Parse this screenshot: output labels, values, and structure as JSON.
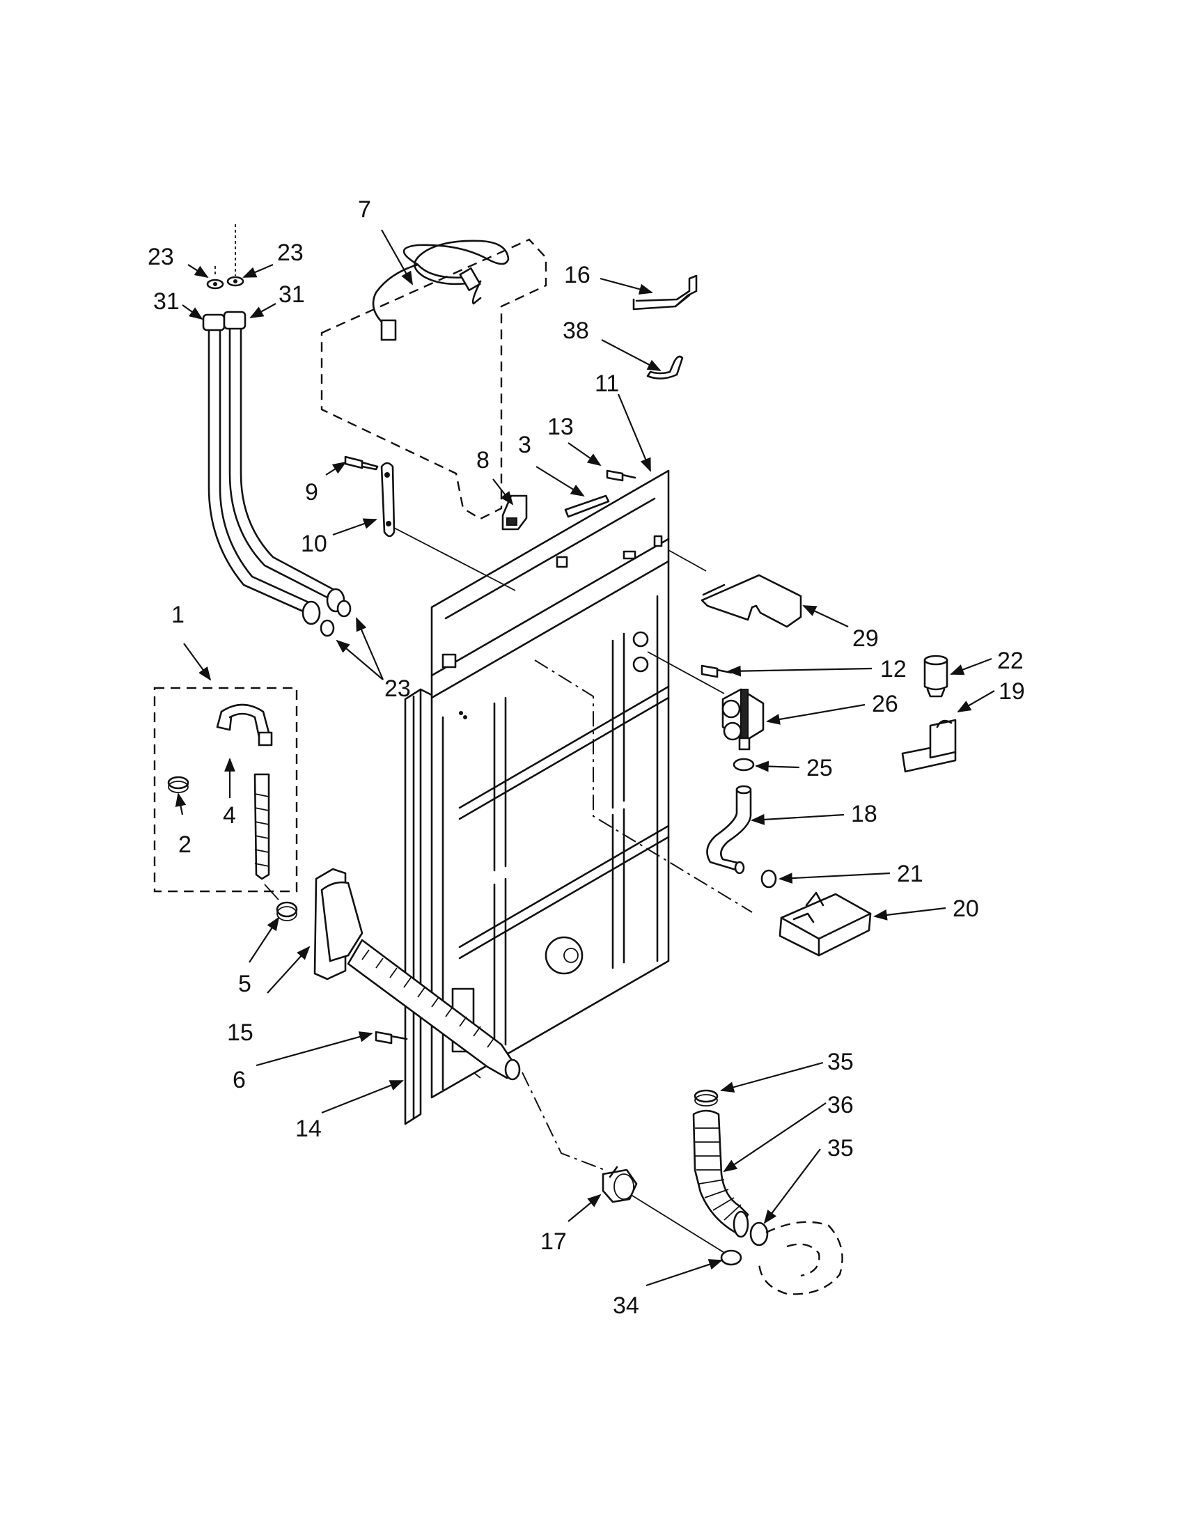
{
  "callouts": [
    {
      "id": "c23a",
      "text": "23"
    },
    {
      "id": "c23b",
      "text": "23"
    },
    {
      "id": "c31a",
      "text": "31"
    },
    {
      "id": "c31b",
      "text": "31"
    },
    {
      "id": "c7",
      "text": "7"
    },
    {
      "id": "c16",
      "text": "16"
    },
    {
      "id": "c38",
      "text": "38"
    },
    {
      "id": "c11",
      "text": "11"
    },
    {
      "id": "c13",
      "text": "13"
    },
    {
      "id": "c3",
      "text": "3"
    },
    {
      "id": "c8",
      "text": "8"
    },
    {
      "id": "c9",
      "text": "9"
    },
    {
      "id": "c10",
      "text": "10"
    },
    {
      "id": "c1",
      "text": "1"
    },
    {
      "id": "c23c",
      "text": "23"
    },
    {
      "id": "c29",
      "text": "29"
    },
    {
      "id": "c12",
      "text": "12"
    },
    {
      "id": "c22",
      "text": "22"
    },
    {
      "id": "c19",
      "text": "19"
    },
    {
      "id": "c26",
      "text": "26"
    },
    {
      "id": "c4",
      "text": "4"
    },
    {
      "id": "c2",
      "text": "2"
    },
    {
      "id": "c25",
      "text": "25"
    },
    {
      "id": "c18",
      "text": "18"
    },
    {
      "id": "c21",
      "text": "21"
    },
    {
      "id": "c20",
      "text": "20"
    },
    {
      "id": "c5",
      "text": "5"
    },
    {
      "id": "c15",
      "text": "15"
    },
    {
      "id": "c6",
      "text": "6"
    },
    {
      "id": "c14",
      "text": "14"
    },
    {
      "id": "c35a",
      "text": "35"
    },
    {
      "id": "c36",
      "text": "36"
    },
    {
      "id": "c35b",
      "text": "35"
    },
    {
      "id": "c17",
      "text": "17"
    },
    {
      "id": "c34",
      "text": "34"
    }
  ]
}
